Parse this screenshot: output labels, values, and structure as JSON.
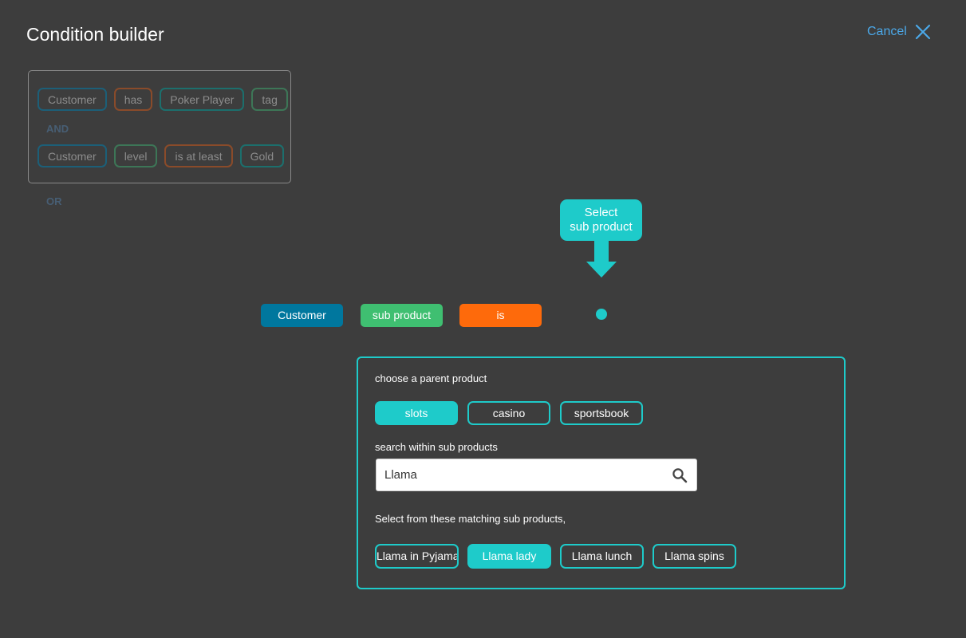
{
  "header": {
    "title": "Condition builder",
    "cancel_label": "Cancel",
    "close_icon": "close-icon"
  },
  "existing_conditions": {
    "row1": [
      "Customer",
      "has",
      "Poker Player",
      "tag"
    ],
    "and_label": "AND",
    "row2": [
      "Customer",
      "level",
      "is at least",
      "Gold"
    ],
    "or_label": "OR"
  },
  "tooltip": {
    "line1": "Select",
    "line2": "sub product"
  },
  "current_condition": {
    "subject": "Customer",
    "attribute": "sub product",
    "operator": "is"
  },
  "panel": {
    "parent_label": "choose a parent product",
    "parent_products": [
      "slots",
      "casino",
      "sportsbook"
    ],
    "selected_parent": "slots",
    "search_label": "search within sub products",
    "search_value": "Llama",
    "search_icon": "search-icon",
    "matches_label": "Select from these matching sub products,",
    "sub_products": [
      "Llama in Pyjama",
      "Llama lady",
      "Llama lunch",
      "Llama spins"
    ],
    "selected_sub_product": "Llama lady"
  },
  "colors": {
    "teal": "#1ecbca",
    "blue": "#00779e",
    "green": "#3fbf71",
    "orange": "#fe6a0b",
    "link": "#4ba8e8",
    "background": "#3d3d3d"
  }
}
